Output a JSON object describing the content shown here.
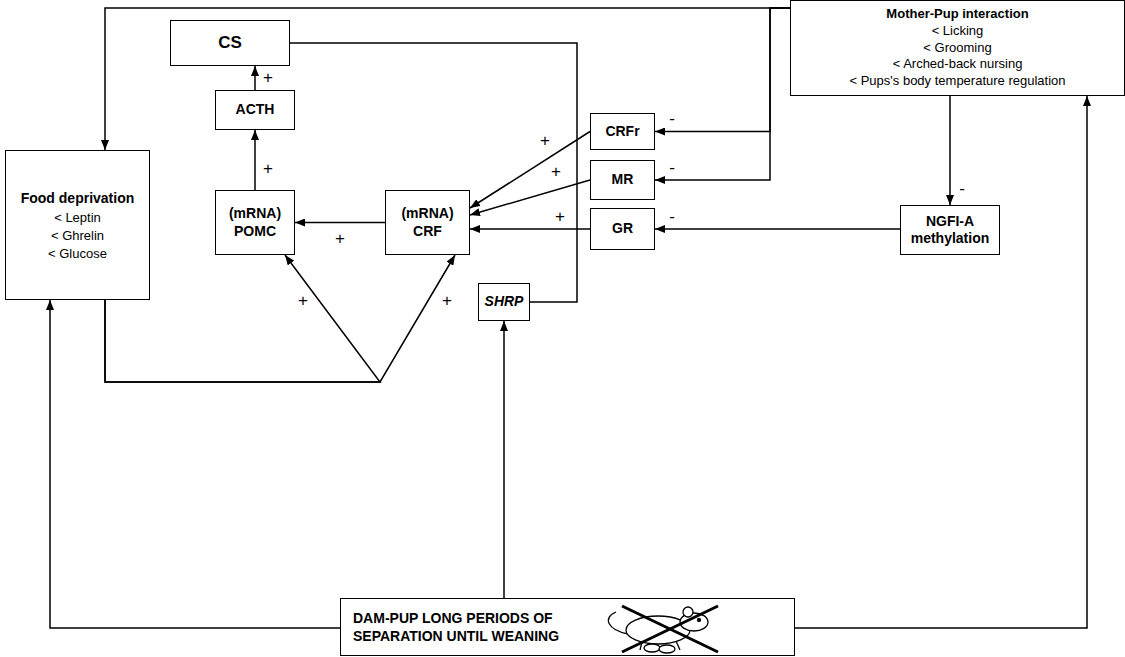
{
  "diagram": {
    "nodes": [
      {
        "text": [
          "CS"
        ]
      },
      {
        "text": [
          "Mother-Pup interaction",
          "< Licking",
          "< Grooming",
          "< Arched-back nursing",
          "< Pups's body temperature regulation"
        ]
      },
      {
        "text": [
          "ACTH"
        ]
      },
      {
        "text": [
          "CRFr"
        ]
      },
      {
        "text": [
          "Food deprivation",
          "< Leptin",
          "< Ghrelin",
          "< Glucose"
        ]
      },
      {
        "text": [
          "MR"
        ]
      },
      {
        "text": [
          "(mRNA) POMC"
        ]
      },
      {
        "text": [
          "(mRNA) CRF"
        ]
      },
      {
        "text": [
          "GR"
        ]
      },
      {
        "text": [
          "NGFI-A methylation"
        ]
      },
      {
        "text": [
          "SHRP"
        ]
      },
      {
        "text": [
          "DAM-PUP LONG PERIODS OF SEPARATION UNTIL WEANING"
        ]
      }
    ],
    "edges": [
      {
        "from": 2,
        "to": 0,
        "arrow": "to",
        "label": "+"
      },
      {
        "from": 6,
        "to": 2,
        "arrow": "to",
        "label": "+"
      },
      {
        "from": 7,
        "to": 6,
        "arrow": "to",
        "label": "+"
      },
      {
        "from": 3,
        "to": 7,
        "arrow": "to",
        "label": "+"
      },
      {
        "from": 5,
        "to": 7,
        "arrow": "to",
        "label": "+"
      },
      {
        "from": 8,
        "to": 7,
        "arrow": "to",
        "label": "+"
      },
      {
        "from": 1,
        "to": 4,
        "arrow": "to"
      },
      {
        "from": 1,
        "to": 3,
        "arrow": "to",
        "label": "-"
      },
      {
        "from": 1,
        "to": 5,
        "arrow": "to",
        "label": "-"
      },
      {
        "from": 1,
        "to": 9,
        "arrow": "to",
        "label": "-"
      },
      {
        "from": 9,
        "to": 8,
        "arrow": "to",
        "label": "-"
      },
      {
        "from": 10,
        "to": 0,
        "arrow": "none"
      },
      {
        "from": 4,
        "to": 6,
        "arrow": "to",
        "label": "+"
      },
      {
        "from": 4,
        "to": 7,
        "arrow": "to",
        "label": "+"
      },
      {
        "from": 11,
        "to": 4,
        "arrow": "to"
      },
      {
        "from": 11,
        "to": 10,
        "arrow": "to"
      },
      {
        "from": 11,
        "to": 1,
        "arrow": "to"
      }
    ]
  }
}
